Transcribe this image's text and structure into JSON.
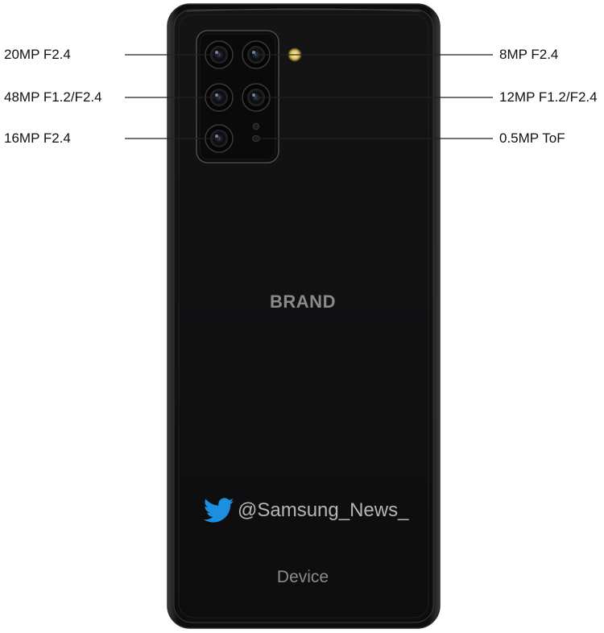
{
  "camera_specs": {
    "left": [
      {
        "label": "20MP F2.4"
      },
      {
        "label": "48MP F1.2/F2.4"
      },
      {
        "label": "16MP F2.4"
      }
    ],
    "right": [
      {
        "label": "8MP F2.4"
      },
      {
        "label": "12MP F1.2/F2.4"
      },
      {
        "label": "0.5MP ToF"
      }
    ]
  },
  "phone": {
    "brand": "BRAND",
    "model": "Device",
    "body_color": "#0f0f10",
    "frame_color": "#1a1a1a",
    "brand_color": "#8a8a8a",
    "model_color": "#8c8c8c"
  },
  "watermark": {
    "icon": "twitter-bird-icon",
    "handle": "@Samsung_News_",
    "icon_color": "#1d8fe0",
    "text_color": "#b5b5b5"
  }
}
